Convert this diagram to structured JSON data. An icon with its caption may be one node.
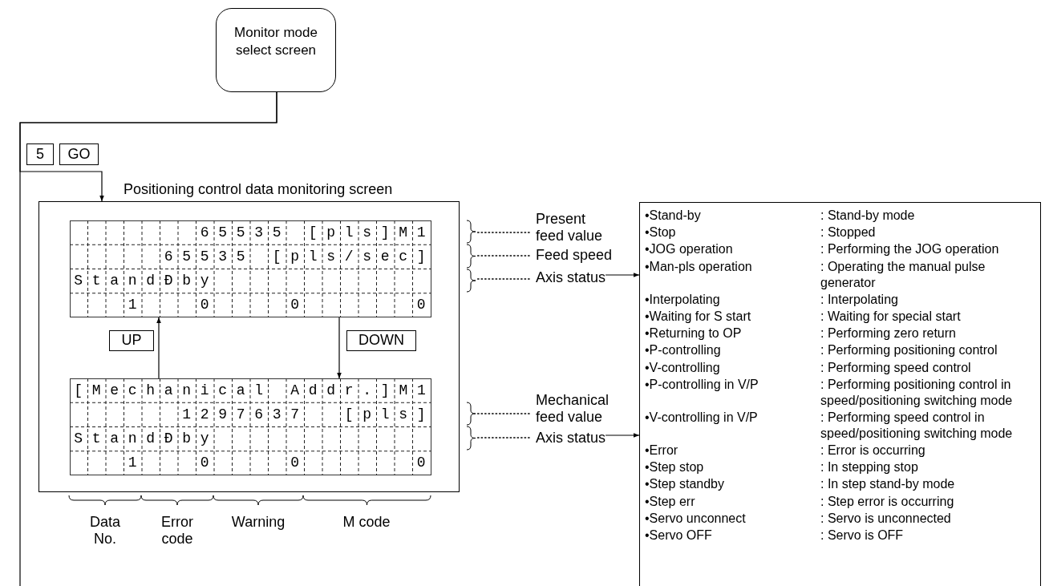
{
  "diagram": {
    "nodes": [
      {
        "text": [
          "Monitor mode select screen"
        ]
      },
      {
        "text": [
          "5"
        ]
      },
      {
        "text": [
          "GO"
        ]
      },
      {
        "text": [
          "Positioning control data monitoring screen"
        ]
      },
      {
        "text": [
          "65535 [pls]M1",
          "65535 [pls/sec]",
          "StandÐby",
          "1",
          "0",
          "0",
          "0"
        ],
        "in": 3
      },
      {
        "text": [
          "UP"
        ],
        "in": 3
      },
      {
        "text": [
          "DOWN"
        ],
        "in": 3
      },
      {
        "text": [
          "[Mechanical Addr.]M1",
          "1297637  [pls]",
          "StandÐby",
          "1",
          "0",
          "0",
          "0"
        ],
        "in": 3
      },
      {
        "text": [
          "Present feed value"
        ]
      },
      {
        "text": [
          "Feed speed"
        ]
      },
      {
        "text": [
          "Axis status"
        ]
      },
      {
        "text": [
          "Mechanical feed value"
        ]
      },
      {
        "text": [
          "Axis status"
        ]
      },
      {
        "text": [
          "•Stand-by",
          ": Stand-by mode",
          "•Stop",
          ": Stopped",
          "•JOG operation",
          ": Performing the JOG operation",
          "•Man-pls operation",
          ": Operating the manual pulse generator",
          "•Interpolating",
          ": Interpolating",
          "•Waiting for S start",
          ": Waiting for special start",
          "•Returning to OP",
          ": Performing zero return",
          "•P-controlling",
          ": Performing positioning control",
          "•V-controlling",
          ": Performing speed control",
          "•P-controlling in V/P",
          ": Performing positioning control in speed/positioning switching mode",
          "•V-controlling in V/P",
          ": Performing speed control in speed/positioning switching mode",
          "•Error",
          ": Error is occurring",
          "•Step stop",
          ": In stepping stop",
          "•Step standby",
          ": In step stand-by mode",
          "•Step err",
          ": Step error is occurring",
          "•Servo unconnect",
          ": Servo is unconnected",
          "•Servo OFF",
          ": Servo is OFF"
        ]
      }
    ],
    "edges": [
      {
        "from": 0,
        "to": 3,
        "arrow": "to"
      },
      {
        "from": 0,
        "to": null,
        "arrow": "none"
      },
      {
        "from": 7,
        "to": 4,
        "arrow": "to"
      },
      {
        "from": 4,
        "to": 7,
        "arrow": "to"
      },
      {
        "from": 8,
        "to": null,
        "arrow": "none",
        "style": "dashed"
      },
      {
        "from": 9,
        "to": null,
        "arrow": "none",
        "style": "dashed"
      },
      {
        "from": 10,
        "to": null,
        "arrow": "none",
        "style": "dashed"
      },
      {
        "from": 11,
        "to": null,
        "arrow": "none",
        "style": "dashed"
      },
      {
        "from": 12,
        "to": null,
        "arrow": "none",
        "style": "dashed"
      },
      {
        "from": 10,
        "to": 13,
        "arrow": "to"
      },
      {
        "from": 12,
        "to": 13,
        "arrow": "to"
      }
    ],
    "labels": [
      "Data No.",
      "Error code",
      "Warning",
      "M code"
    ]
  }
}
